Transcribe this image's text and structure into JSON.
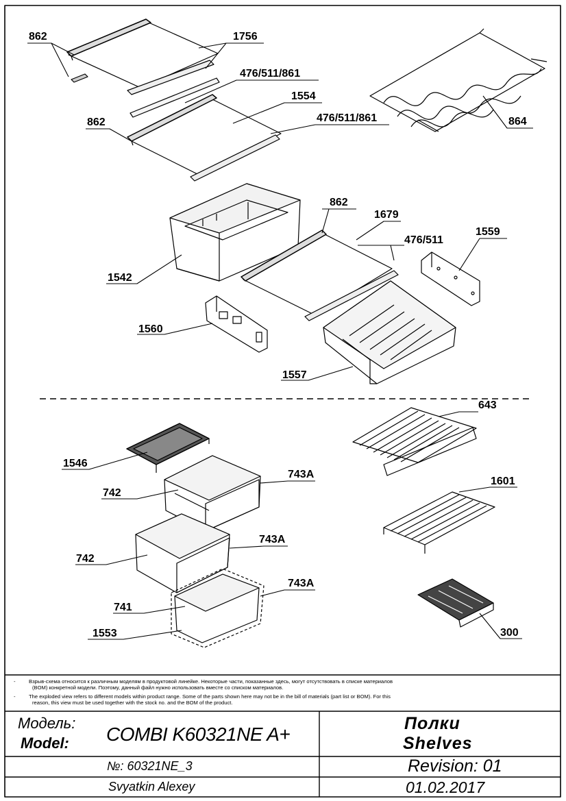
{
  "part_labels": {
    "p862a": "862",
    "p1756": "1756",
    "p476_511_861a": "476/511/861",
    "p1554": "1554",
    "p862b": "862",
    "p476_511_861b": "476/511/861",
    "p864": "864",
    "p862c": "862",
    "p1679": "1679",
    "p476_511": "476/511",
    "p1559": "1559",
    "p1542": "1542",
    "p1560": "1560",
    "p1557": "1557",
    "p643": "643",
    "p1546": "1546",
    "p743Aa": "743A",
    "p742a": "742",
    "p1601": "1601",
    "p743Ab": "743A",
    "p742b": "742",
    "p743Ac": "743A",
    "p741": "741",
    "p300": "300",
    "p1553": "1553"
  },
  "notes": {
    "dash": "-",
    "ru_line1": "Взрыв-схема относится к различным моделям в продуктовой линейке.  Некоторые части, показанные здесь, могут отсутствовать в списке материалов",
    "ru_line2": "(BOM) конкретной модели. Поэтому, данный файл нужно использовать вместе со списком материалов.",
    "en_line1": "The exploded view refers to different models within product range. Some of the parts shown here may not be in the bill of materials (part list or BOM). For this",
    "en_line2": "reason, this view must be used together with the stock no. and the BOM of the product."
  },
  "title_block": {
    "model_label_ru": "Модель:",
    "model_label_en": "Model:",
    "model_value": "COMBI K60321NE A+",
    "title_ru": "Полки",
    "title_en": "Shelves",
    "number": "№: 60321NE_3",
    "revision": "Revision: 01",
    "author": "Svyatkin Alexey",
    "date": "01.02.2017"
  }
}
